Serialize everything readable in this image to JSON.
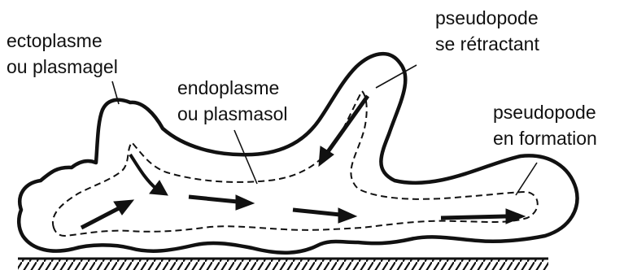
{
  "labels": {
    "ectoplasme_line1": "ectoplasme",
    "ectoplasme_line2": "ou plasmagel",
    "endoplasme_line1": "endoplasme",
    "endoplasme_line2": "ou plasmasol",
    "retractant_line1": "pseudopode",
    "retractant_line2": "se rétractant",
    "formation_line1": "pseudopode",
    "formation_line2": "en formation"
  },
  "colors": {
    "ink": "#111111",
    "background": "#ffffff"
  }
}
